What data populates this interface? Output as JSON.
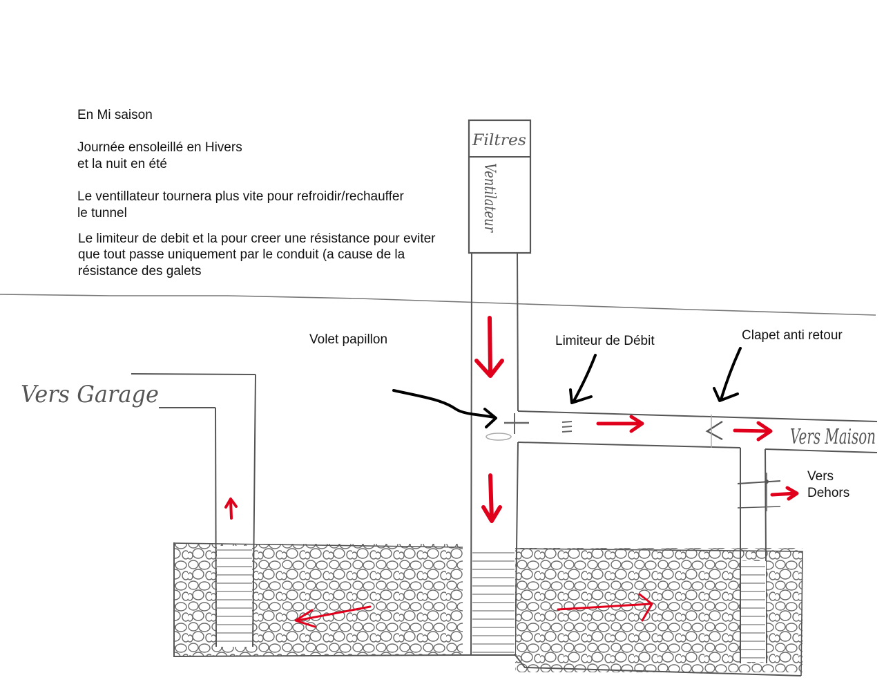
{
  "notes": {
    "title": "En Mi saison",
    "line1": "Journée ensoleillé en Hivers",
    "line2": "et la nuit en été",
    "line3": "Le ventillateur tournera plus vite pour refroidir/rechauffer",
    "line4": "le tunnel",
    "line5": "Le limiteur de debit et la pour creer une résistance pour eviter",
    "line6": "que tout passe uniquement par le conduit (a cause de la",
    "line7": "résistance des galets"
  },
  "labels": {
    "volet": "Volet papillon",
    "limiteur": "Limiteur de Débit",
    "clapet": "Clapet anti retour",
    "vers_dehors_1": "Vers",
    "vers_dehors_2": "Dehors"
  },
  "handwritten": {
    "filtres": "Filtres",
    "ventilateur": "Ventilateur",
    "vers_garage": "Vers Garage",
    "vers_maison": "Vers Maison"
  },
  "colors": {
    "pipe": "#555555",
    "flow_arrow": "#e0001b",
    "pointer": "#000000",
    "gravel": "#6a6a6a"
  }
}
